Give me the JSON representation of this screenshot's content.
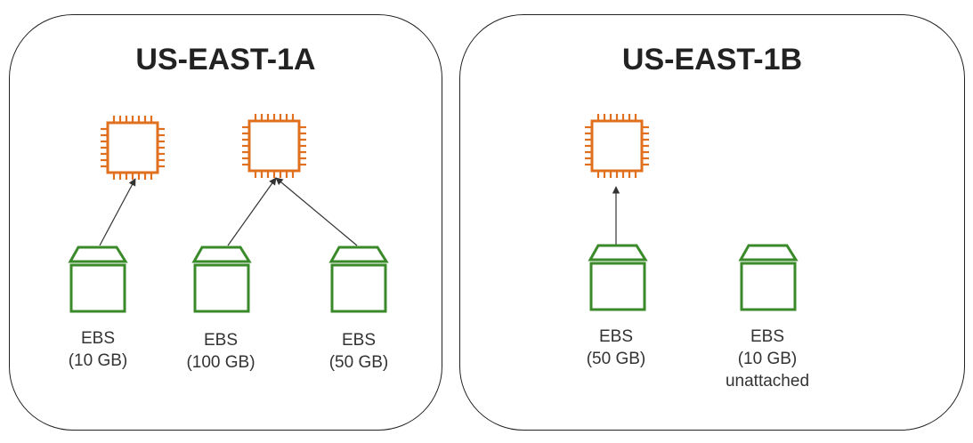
{
  "zones": [
    {
      "title": "US-EAST-1A",
      "instances": [
        {
          "icon": "ec2-instance-icon"
        },
        {
          "icon": "ec2-instance-icon"
        }
      ],
      "volumes": [
        {
          "icon": "ebs-volume-icon",
          "name": "EBS",
          "size": "(10 GB)",
          "status": ""
        },
        {
          "icon": "ebs-volume-icon",
          "name": "EBS",
          "size": "(100 GB)",
          "status": ""
        },
        {
          "icon": "ebs-volume-icon",
          "name": "EBS",
          "size": "(50 GB)",
          "status": ""
        }
      ]
    },
    {
      "title": "US-EAST-1B",
      "instances": [
        {
          "icon": "ec2-instance-icon"
        }
      ],
      "volumes": [
        {
          "icon": "ebs-volume-icon",
          "name": "EBS",
          "size": "(50 GB)",
          "status": ""
        },
        {
          "icon": "ebs-volume-icon",
          "name": "EBS",
          "size": "(10 GB)",
          "status": "unattached"
        }
      ]
    }
  ],
  "colors": {
    "instance": "#e0701e",
    "volume": "#3a8a2a",
    "border": "#222222",
    "arrow": "#333333",
    "text": "#333333"
  }
}
